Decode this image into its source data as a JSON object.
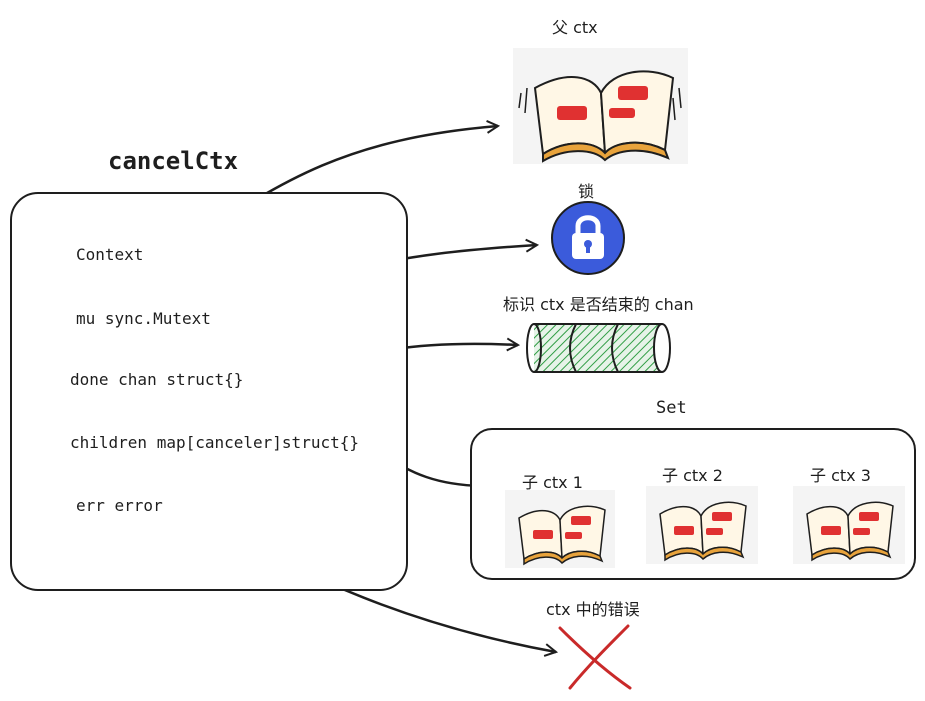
{
  "struct": {
    "title": "cancelCtx",
    "fields": [
      {
        "label": "Context"
      },
      {
        "label": "mu  sync.Mutext"
      },
      {
        "label": "done  chan struct{}"
      },
      {
        "label": "children  map[canceler]struct{}"
      },
      {
        "label": "err  error"
      }
    ]
  },
  "targets": {
    "parent_ctx": "父 ctx",
    "lock": "锁",
    "done_chan": "标识 ctx 是否结束的 chan",
    "set": {
      "title": "Set",
      "children": [
        "子 ctx 1",
        "子 ctx 2",
        "子 ctx 3"
      ]
    },
    "error": "ctx 中的错误"
  },
  "colors": {
    "stroke": "#1e1e1e",
    "book_cover": "#e8a33c",
    "book_highlight": "#e03131",
    "lock_blue": "#3b5bdb",
    "chan_green": "#2f9e44",
    "x_red": "#c92a2a"
  },
  "icons": {
    "parent_ctx": "open-book-icon",
    "lock": "padlock-icon",
    "done_chan": "pipe-cylinder-icon",
    "child_ctx": "open-book-icon",
    "error": "red-x-icon"
  }
}
